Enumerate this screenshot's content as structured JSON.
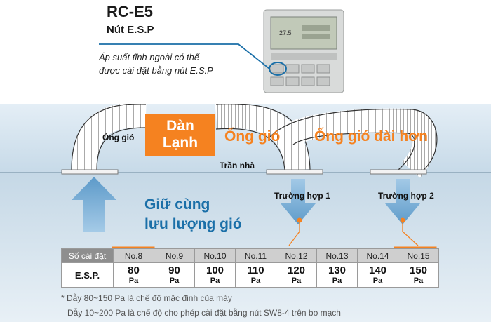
{
  "remote": {
    "model": "RC-E5",
    "button_title": "Nút E.S.P",
    "desc_line1": "Áp suất tĩnh ngoài có thể",
    "desc_line2": "được cài đặt bằng nút E.S.P"
  },
  "diagram": {
    "ceiling": "Trần nhà",
    "duct_left": "Ống gió",
    "duct_mid": "Ống gió",
    "duct_long": "Ống gió dài hơn",
    "unit_line1": "Dàn",
    "unit_line2": "Lạnh",
    "keep_line1": "Giữ cùng",
    "keep_line2": "lưu lượng gió",
    "case1": "Trường hợp 1",
    "case2": "Trường hợp 2"
  },
  "table": {
    "row_header": "Số cài đặt",
    "row_label": "E.S.P.",
    "unit": "Pa",
    "columns": [
      {
        "no": "No.8",
        "value": "80"
      },
      {
        "no": "No.9",
        "value": "90"
      },
      {
        "no": "No.10",
        "value": "100"
      },
      {
        "no": "No.11",
        "value": "110"
      },
      {
        "no": "No.12",
        "value": "120"
      },
      {
        "no": "No.13",
        "value": "130"
      },
      {
        "no": "No.14",
        "value": "140"
      },
      {
        "no": "No.15",
        "value": "150"
      }
    ]
  },
  "notes": {
    "line1": "* Dẫy  80~150 Pa là chế độ mặc định của máy",
    "line2": "Dẫy  10~200 Pa là chế độ cho phép cài đặt bằng nút SW8-4 trên bo mạch"
  },
  "colors": {
    "accent": "#f58220",
    "keep_text": "#1a6fa8",
    "room": "#d4e4ef",
    "attic": "#c9dce9",
    "arrow": "#6ea9d4"
  },
  "icons": {
    "remote": "remote-control-icon",
    "airflow": "airflow-arrow-icon"
  }
}
